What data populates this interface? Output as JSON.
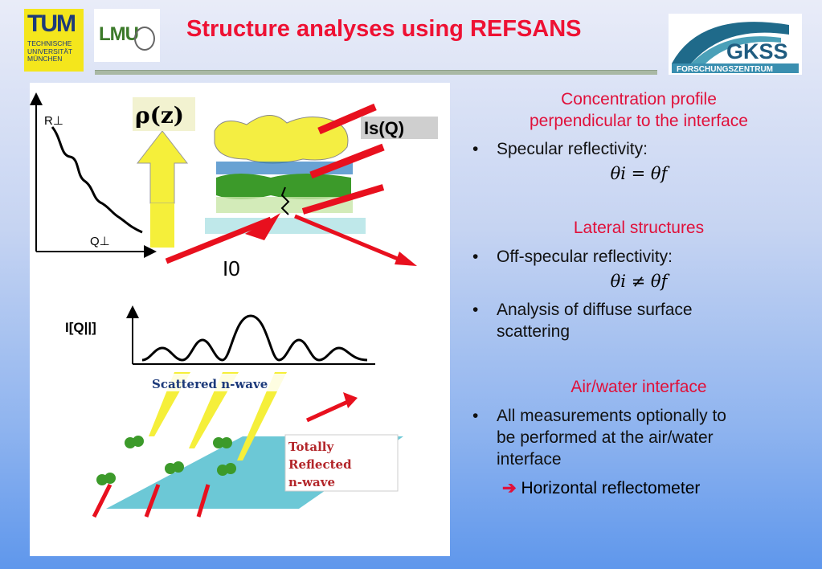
{
  "title": "Structure analyses using REFSANS",
  "logos": {
    "tum_mark": "TUM",
    "tum_lines": [
      "TECHNISCHE",
      "UNIVERSITÄT",
      "MÜNCHEN"
    ],
    "lmu": "LMU",
    "gkss": "GKSS",
    "gkss_sub": "FORSCHUNGSZENTRUM"
  },
  "figure": {
    "r_perp": "R⊥",
    "q_perp": "Q⊥",
    "rho": "ρ(z)",
    "is_q": "Is(Q)",
    "i0": "I0",
    "i_par": "I[Q||]",
    "scattered": "Scattered  n-wave",
    "totally": [
      "Totally",
      "Reflected",
      "n-wave"
    ]
  },
  "sections": [
    {
      "heading": [
        "Concentration profile",
        "perpendicular to the interface"
      ],
      "bullet": "Specular reflectivity:",
      "formula": "θi = θf"
    },
    {
      "heading": [
        "Lateral structures"
      ],
      "bullet": "Off-specular reflectivity:",
      "formula": "θi ≠ θf",
      "bullet2": [
        "Analysis of diffuse surface",
        "scattering"
      ]
    },
    {
      "heading": [
        "Air/water interface"
      ],
      "bullet": [
        "All measurements optionally to",
        "be performed at the air/water",
        "interface"
      ],
      "arrow_text": "Horizontal reflectometer"
    }
  ],
  "colors": {
    "title": "#ee1133",
    "heading": "#e0103a",
    "beam": "#e8101e",
    "yellow": "#f5ef3a",
    "green": "#3c9a2a"
  }
}
